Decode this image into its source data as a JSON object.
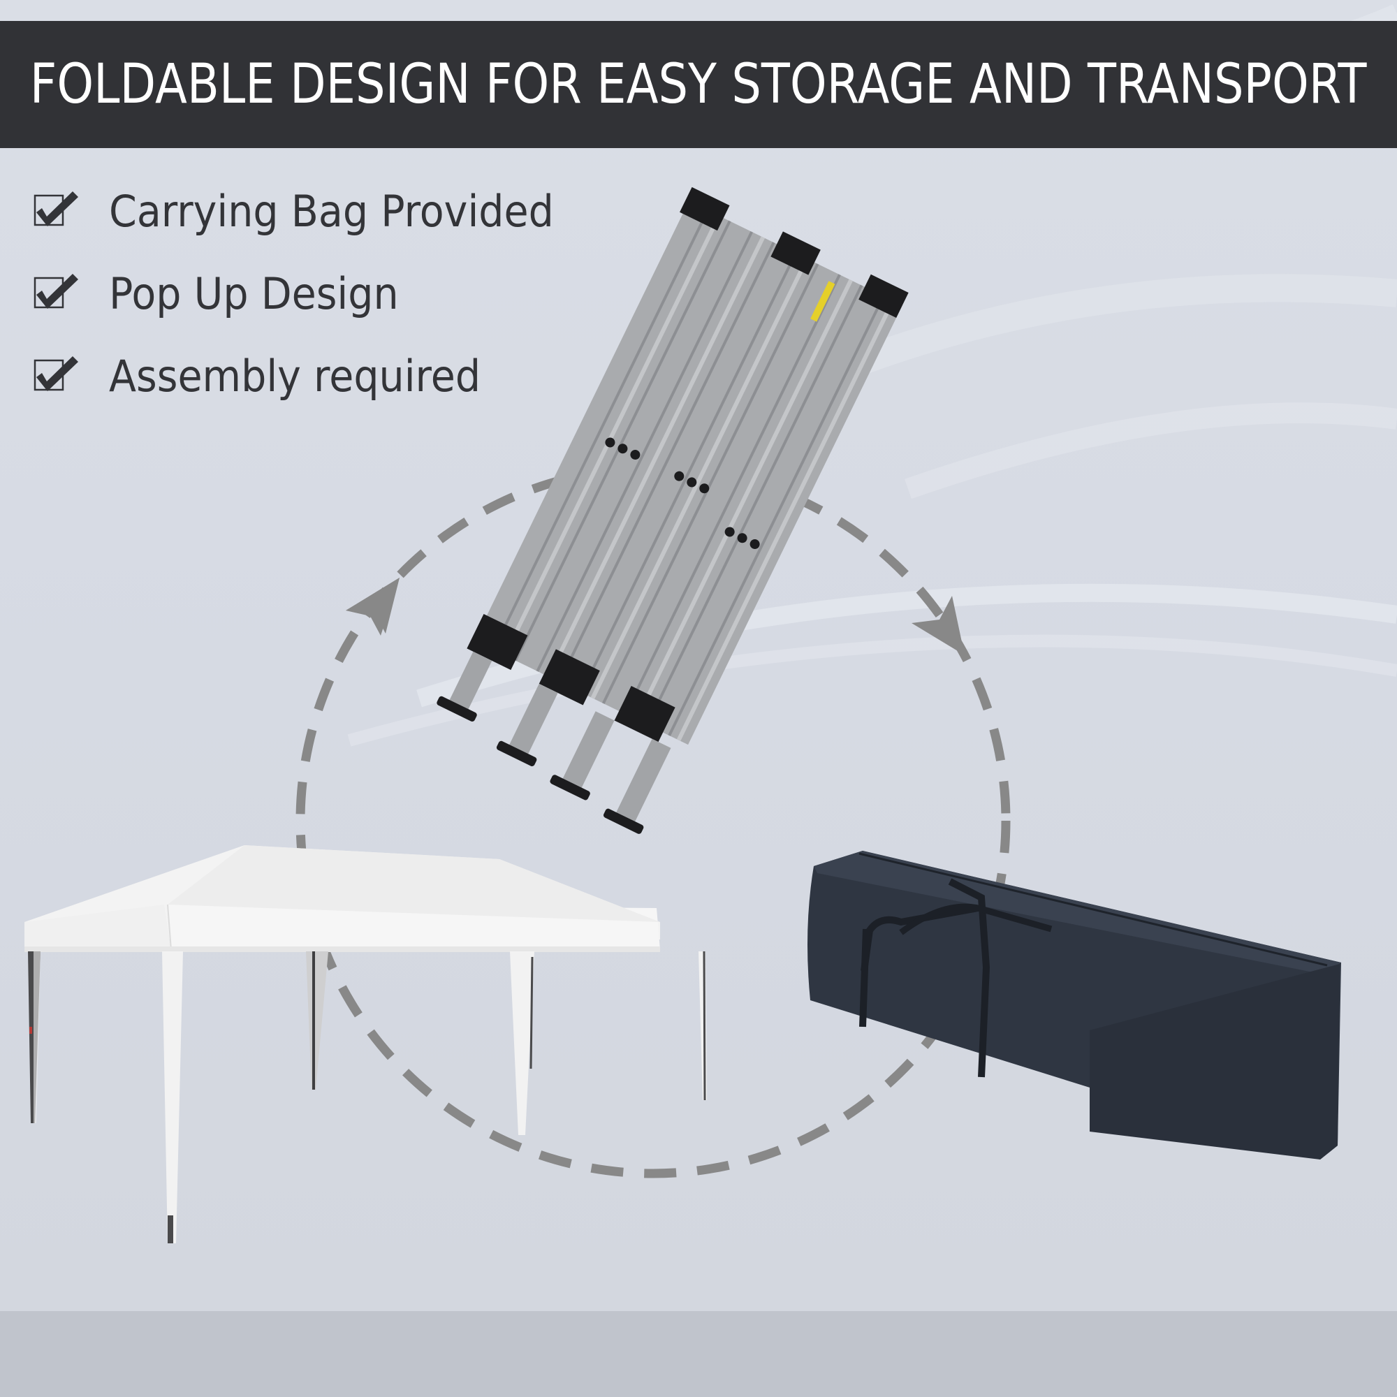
{
  "banner": {
    "title": "FOLDABLE DESIGN FOR EASY STORAGE AND TRANSPORT",
    "background": "#313236",
    "text_color": "#ffffff"
  },
  "features": [
    {
      "icon": "checkbox-checked-icon",
      "label": "Carrying Bag Provided"
    },
    {
      "icon": "checkbox-checked-icon",
      "label": "Pop Up Design"
    },
    {
      "icon": "checkbox-checked-icon",
      "label": "Assembly required"
    }
  ],
  "illustration": {
    "items": [
      {
        "name": "folded-frame",
        "description": "Folded steel gazebo frame"
      },
      {
        "name": "carrying-bag",
        "description": "Dark navy carrying bag with straps"
      },
      {
        "name": "open-gazebo",
        "description": "White pop-up gazebo canopy, 6 legs"
      }
    ],
    "cycle_arrow_color": "#888888",
    "bag_color": "#2d3440",
    "canopy_color": "#f4f4f4",
    "frame_color": "#a7a9ac"
  },
  "colors": {
    "background": "#d8dce4",
    "floor": "#c0c4cc",
    "text": "#333438"
  }
}
